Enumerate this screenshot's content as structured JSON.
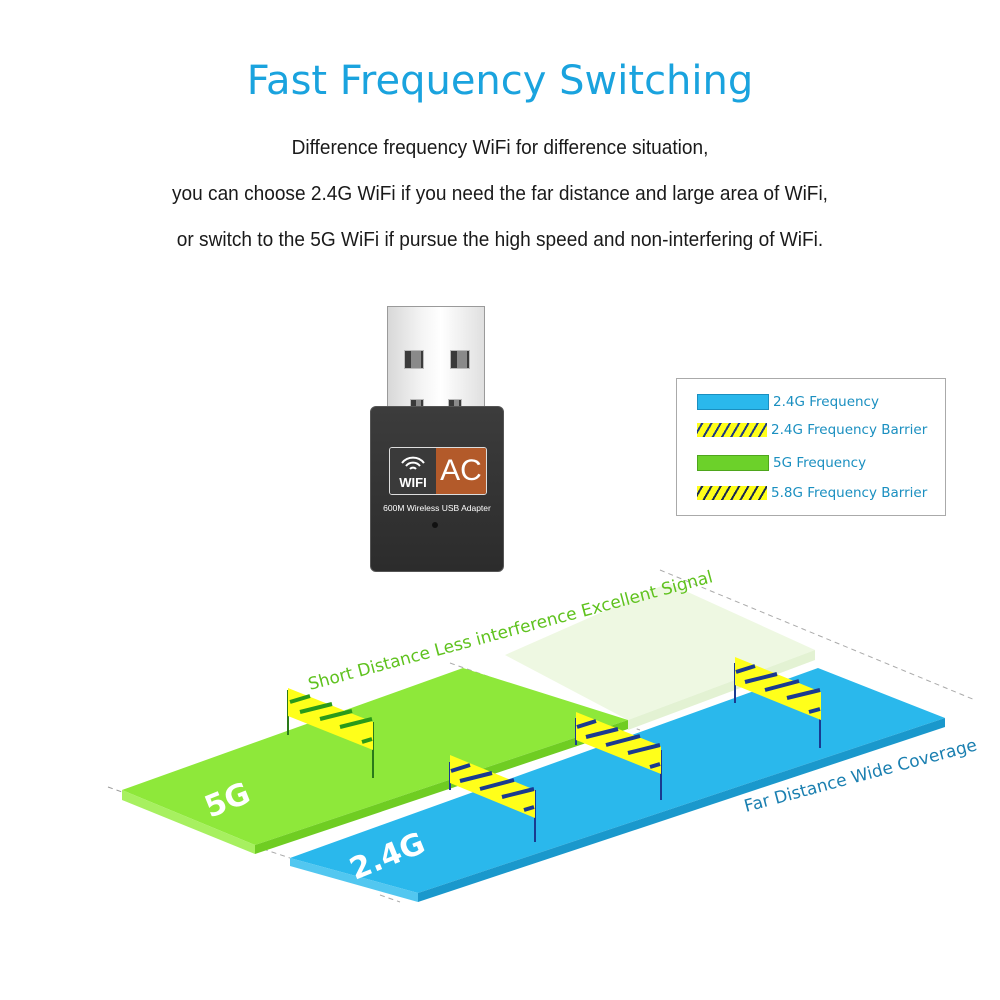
{
  "header": {
    "title": "Fast Frequency Switching",
    "description": [
      "Difference frequency WiFi for difference situation,",
      "you can choose 2.4G WiFi if you need the far distance and large area of WiFi,",
      "or switch to the 5G WiFi if pursue the high speed and non-interfering of WiFi."
    ]
  },
  "device": {
    "badge_left": "WIFI",
    "badge_right": "AC",
    "model_text": "600M Wireless USB Adapter",
    "icon": "wifi-signal-icon"
  },
  "legend": {
    "items": [
      {
        "label": "2.4G Frequency",
        "swatch": "solid",
        "color": "#2ab8ec"
      },
      {
        "label": "2.4G Frequency Barrier",
        "swatch": "stripes",
        "color": "#ffff1a",
        "stripe_color": "#1e3a80"
      },
      {
        "label": "5G Frequency",
        "swatch": "solid",
        "color": "#6cd12a"
      },
      {
        "label": "5.8G Frequency Barrier",
        "swatch": "stripes",
        "color": "#ffff1a",
        "stripe_color": "#1a2a50"
      }
    ]
  },
  "diagram": {
    "band_5g": {
      "label": "5G",
      "color": "#8ee83a",
      "tagline": "Short Distance  Less interference  Excellent Signal"
    },
    "band_24g": {
      "label": "2.4G",
      "color": "#2ab8ec",
      "tagline": "Far Distance   Wide Coverage"
    },
    "barriers_5g": 1,
    "barriers_24g": 3
  },
  "colors": {
    "title": "#1aa3de",
    "green_text": "#5fc21e",
    "blue_text": "#1a7fb0"
  }
}
